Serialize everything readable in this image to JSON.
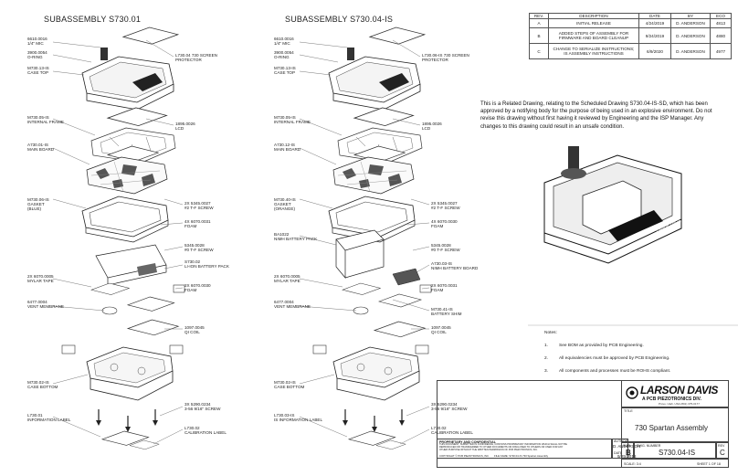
{
  "titles": {
    "left": "SUBASSEMBLY S730.01",
    "right": "SUBASSEMBLY S730.04-IS"
  },
  "left_labels": [
    {
      "id": "l1",
      "text": "6610.0016\n1/4\" MIC"
    },
    {
      "id": "l2",
      "text": "3900.0054\nO-RING"
    },
    {
      "id": "l3",
      "text": "M730.13-IS\nCASE TOP"
    },
    {
      "id": "l4",
      "text": "L730.04 730 SCREEN\nPROTECTOR"
    },
    {
      "id": "l5",
      "text": "M730.05-IS\nINTERNAL FRAME"
    },
    {
      "id": "l6",
      "text": "1895.0026\nLCD"
    },
    {
      "id": "l7",
      "text": "A730.01-IS\nMAIN BOARD"
    },
    {
      "id": "l8",
      "text": "M730.06-IS\nGASKET\n(BLUE)"
    },
    {
      "id": "l9",
      "text": "2X 5345.0027\n#2 T-F SCREW"
    },
    {
      "id": "l10",
      "text": "4X 6070.0031\nFOAM"
    },
    {
      "id": "l11",
      "text": "5345.0028\n#0 T-F SCREW"
    },
    {
      "id": "l12",
      "text": "S730.02\nLI-ION BATTERY PACK"
    },
    {
      "id": "l13",
      "text": "2X 6070.0005\nMYLAR TAPE"
    },
    {
      "id": "l14",
      "text": "2X 6070.0030\nFOAM"
    },
    {
      "id": "l15",
      "text": "6477.0004\nVENT MEMBRANE"
    },
    {
      "id": "l16",
      "text": "1097.0045\nQI COIL"
    },
    {
      "id": "l17",
      "text": "M730.02-IS\nCASE BOTTOM"
    },
    {
      "id": "l18",
      "text": "3X 5290.0234\n3-56 9/16\" SCREW"
    },
    {
      "id": "l19",
      "text": "L730.01\nINFORMATION LABEL"
    },
    {
      "id": "l20",
      "text": "L730.02\nCALIBRATION LABEL"
    }
  ],
  "right_labels": [
    {
      "id": "r1",
      "text": "6610.0016\n1/4\" MIC"
    },
    {
      "id": "r2",
      "text": "3900.0054\nO-RING"
    },
    {
      "id": "r3",
      "text": "M730.13-IS\nCASE TOP"
    },
    {
      "id": "r4",
      "text": "L730.06-IS 730 SCREEN\nPROTECTOR"
    },
    {
      "id": "r5",
      "text": "M730.05-IS\nINTERNAL FRAME"
    },
    {
      "id": "r6",
      "text": "1895.0026\nLCD"
    },
    {
      "id": "r7",
      "text": "A730.12-IS\nMAIN BOARD"
    },
    {
      "id": "r8",
      "text": "M730.40-IS\nGASKET\n(ORANGE)"
    },
    {
      "id": "r9",
      "text": "2X 5345.0027\n#2 T-F SCREW"
    },
    {
      "id": "r10",
      "text": "4X 6070.0030\nFOAM"
    },
    {
      "id": "r11",
      "text": "BA1022\nNIMH BATTERY PACK"
    },
    {
      "id": "r12",
      "text": "5345.0028\n#0 T-F SCREW"
    },
    {
      "id": "r13",
      "text": "A730.03-IS\nNIMH BATTERY BOARD"
    },
    {
      "id": "r14",
      "text": "2X 6070.0005\nMYLAR TAPE"
    },
    {
      "id": "r15",
      "text": "2X 6070.0031\nFOAM"
    },
    {
      "id": "r16",
      "text": "6477.0004\nVENT MEMBRANE"
    },
    {
      "id": "r17",
      "text": "M730.41-IS\nBATTERY SHIM"
    },
    {
      "id": "r18",
      "text": "1097.0045\nQI COIL"
    },
    {
      "id": "r19",
      "text": "M730.02-IS\nCASE BOTTOM"
    },
    {
      "id": "r20",
      "text": "3X 5290.0234\n3-56 9/16\" SCREW"
    },
    {
      "id": "r21",
      "text": "L730.03-IS\nIS INFORMATION LABEL"
    },
    {
      "id": "r22",
      "text": "L730.02\nCALIBRATION LABEL"
    }
  ],
  "revisions": {
    "headers": [
      "REV.",
      "DESCRIPTION",
      "DATE",
      "BY",
      "ECO"
    ],
    "rows": [
      [
        "A",
        "INITIAL RELEASE",
        "4/24/2019",
        "D. ANDERSON",
        "4813"
      ],
      [
        "B",
        "ADDED STEPS OF ASSEMBLY FOR FIRMWARE AND BOARD CLEANUP",
        "9/24/2019",
        "D. ANDERSON",
        "4880"
      ],
      [
        "C",
        "CHANGE TO SERIALIZE INSTRUCTIONS; IS ASSEMBLY INSTRUCTIONS",
        "6/9/2020",
        "D. ANDERSON",
        "4977"
      ]
    ]
  },
  "warning": "This is a Related Drawing, relating to the Scheduled Drawing S730.04-IS-SD, which has been approved by a notifying body for the purpose of being used in an explosive environment.  Do not revise this drawing without first having it reviewed by Engineering and the ISP Manager.  Any changes to this drawing could result in an unsafe condition.",
  "notes": {
    "heading": "Notes:",
    "items": [
      {
        "num": "1.",
        "text": "See BOM as provided by PCB Engineering."
      },
      {
        "num": "2.",
        "text": "All equivalencies must be approved by PCB Engineering."
      },
      {
        "num": "3.",
        "text": "All components and processes must be ROHS compliant."
      }
    ]
  },
  "title_block": {
    "proprietary_heading": "PROPRIETARY AND CONFIDENTIAL",
    "proprietary_text": "THIS DOCUMENT, SUBMITTED IN CONFIDENCE, CONTAINS PROPRIETARY INFORMATION WHICH SHALL NOT BE REPRODUCED OR TRANSFERRED TO OTHER DOCUMENTS OR DISCLOSED TO OTHERS OR USED FOR ANY OTHER PURPOSE WITHOUT THE WRITTEN PERMISSION OF PCB PIEZOTRONICS, INC.",
    "copyright": "COPYRIGHT © PCB PIEZOTRONICS, INC",
    "file_name": "FILE NAME: S730.04-IS 730 Spartan Assembly",
    "author_label": "AUTHOR",
    "author": "D. ANDERSON",
    "date_label": "DATE",
    "date": "9/25/2018",
    "brand": "LARSON DAVIS",
    "brand_sub": "A PCB PIEZOTRONICS DIV.",
    "brand_addr": "Provo, Utah, USA   (801) 375-0177",
    "title_label": "TITLE",
    "title": "730 Spartan Assembly",
    "size_label": "SIZE",
    "size": "B",
    "dwg_label": "DWG. NUMBER",
    "dwg": "S730.04-IS",
    "rev_label": "REV",
    "rev": "C",
    "scale": "SCALE: 3:4",
    "sheet": "SHEET 1 OF 18"
  },
  "device_screen_text": "Larson Davis"
}
